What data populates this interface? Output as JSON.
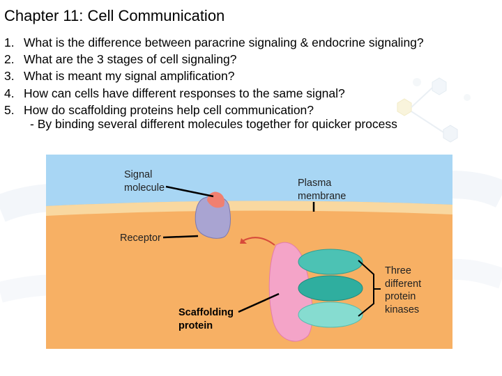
{
  "slide": {
    "title": "Chapter 11:  Cell Communication",
    "questions": [
      {
        "num": "1.",
        "text": "What is the difference between paracrine signaling & endocrine signaling?"
      },
      {
        "num": "2.",
        "text": "What are the 3 stages of cell signaling?"
      },
      {
        "num": "3.",
        "text": "What is meant my signal amplification?"
      },
      {
        "num": "4.",
        "text": "How can cells have different responses to the same signal?"
      },
      {
        "num": "5.",
        "text": "How do scaffolding proteins help cell communication?"
      }
    ],
    "answer": "- By binding several different molecules together for quicker process"
  },
  "figure": {
    "labels": {
      "signal_line1": "Signal",
      "signal_line2": "molecule",
      "plasma_line1": "Plasma",
      "plasma_line2": "membrane",
      "receptor": "Receptor",
      "scaffold_line1": "Scaffolding",
      "scaffold_line2": "protein",
      "kinase_line1": "Three",
      "kinase_line2": "different",
      "kinase_line3": "protein",
      "kinase_line4": "kinases"
    },
    "colors": {
      "extracellular": "#a8d6f4",
      "cytoplasm": "#f7b064",
      "membrane": "#f9d8a0",
      "receptor": "#a9a4d2",
      "signal_molecule": "#f08070",
      "scaffold": "#f4a4c8",
      "kinase": "#3ab8a8"
    }
  }
}
